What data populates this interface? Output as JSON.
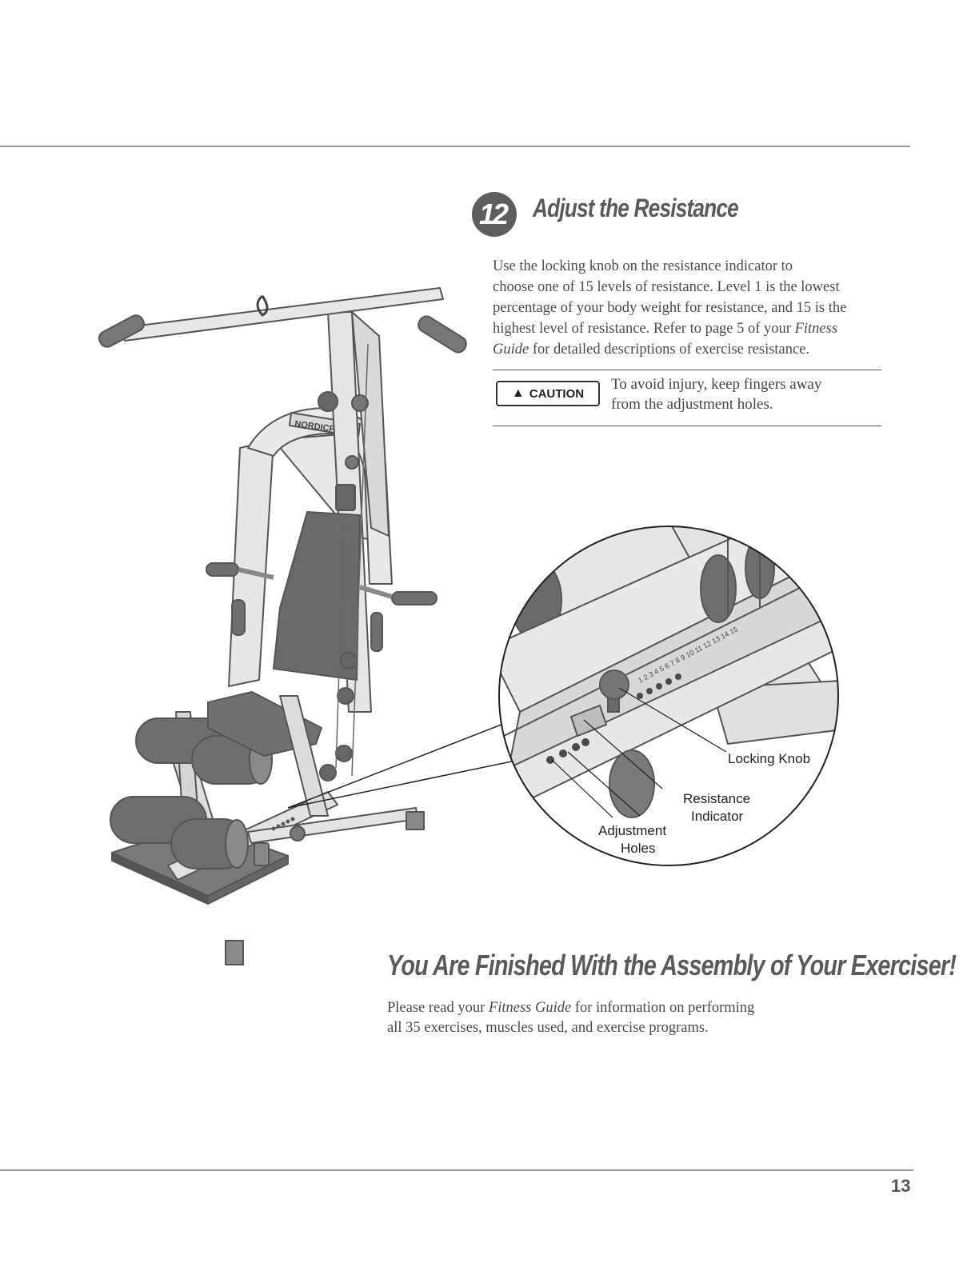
{
  "step": {
    "number": "12",
    "title": "Adjust the Resistance",
    "body_lines": [
      "Use the locking knob on the resistance indicator to",
      "choose one of 15 levels of resistance. Level 1 is the lowest",
      "percentage of your body weight for resistance, and 15 is the",
      "highest level of resistance. Refer to page 5 of your ",
      "Fitness",
      "Guide",
      " for detailed descriptions of exercise resistance."
    ]
  },
  "caution": {
    "label": "CAUTION",
    "text_lines": [
      "To avoid injury, keep fingers away",
      "from the adjustment holes."
    ]
  },
  "illustration": {
    "brand_decal": "NORDICFLEX",
    "callouts": {
      "locking_knob": "Locking Knob",
      "resistance_indicator_1": "Resistance",
      "resistance_indicator_2": "Indicator",
      "adjustment_holes_1": "Adjustment",
      "adjustment_holes_2": "Holes"
    },
    "scale_marks": "1 2 3 4 5 6 7 8 9 10 11 12 13 14 15"
  },
  "finish": {
    "title": "You Are Finished With the Assembly of Your Exerciser!",
    "body_pre": "Please read your ",
    "body_italic": "Fitness Guide",
    "body_post_1": " for information on performing",
    "body_line_2": "all 35 exercises, muscles used, and exercise programs."
  },
  "page_number": "13"
}
